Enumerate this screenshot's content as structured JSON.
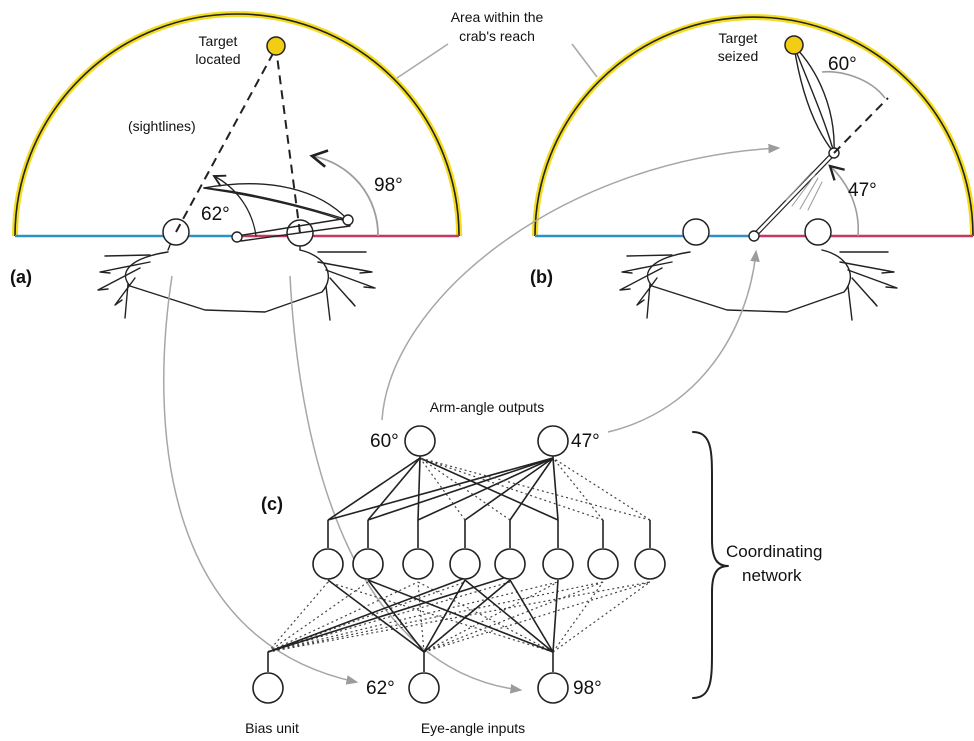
{
  "colors": {
    "dome_outline": "#222222",
    "dome_fill_edge": "#f3dc1d",
    "baseline_left": "#2f8fc7",
    "baseline_right": "#c4395f",
    "target_fill": "#f3cc14",
    "guide_arrow": "#a7a7a7",
    "ink": "#222222"
  },
  "labels": {
    "reach_area": [
      "Area within the",
      "crab's reach"
    ],
    "target_located": [
      "Target",
      "located"
    ],
    "target_seized": [
      "Target",
      "seized"
    ],
    "sightlines": "(sightlines)",
    "panel_a": "(a)",
    "panel_b": "(b)",
    "panel_c": "(c)",
    "arm_angle_outputs": "Arm-angle outputs",
    "coordinating_network": [
      "Coordinating",
      "network"
    ],
    "bias_unit": "Bias unit",
    "eye_angle_inputs": "Eye-angle inputs"
  },
  "angles": {
    "a_left_eye": "62°",
    "a_right_eye": "98°",
    "b_upper_arm": "60°",
    "b_lower_arm": "47°",
    "c_output_1": "60°",
    "c_output_2": "47°",
    "c_input_1": "62°",
    "c_input_2": "98°"
  }
}
